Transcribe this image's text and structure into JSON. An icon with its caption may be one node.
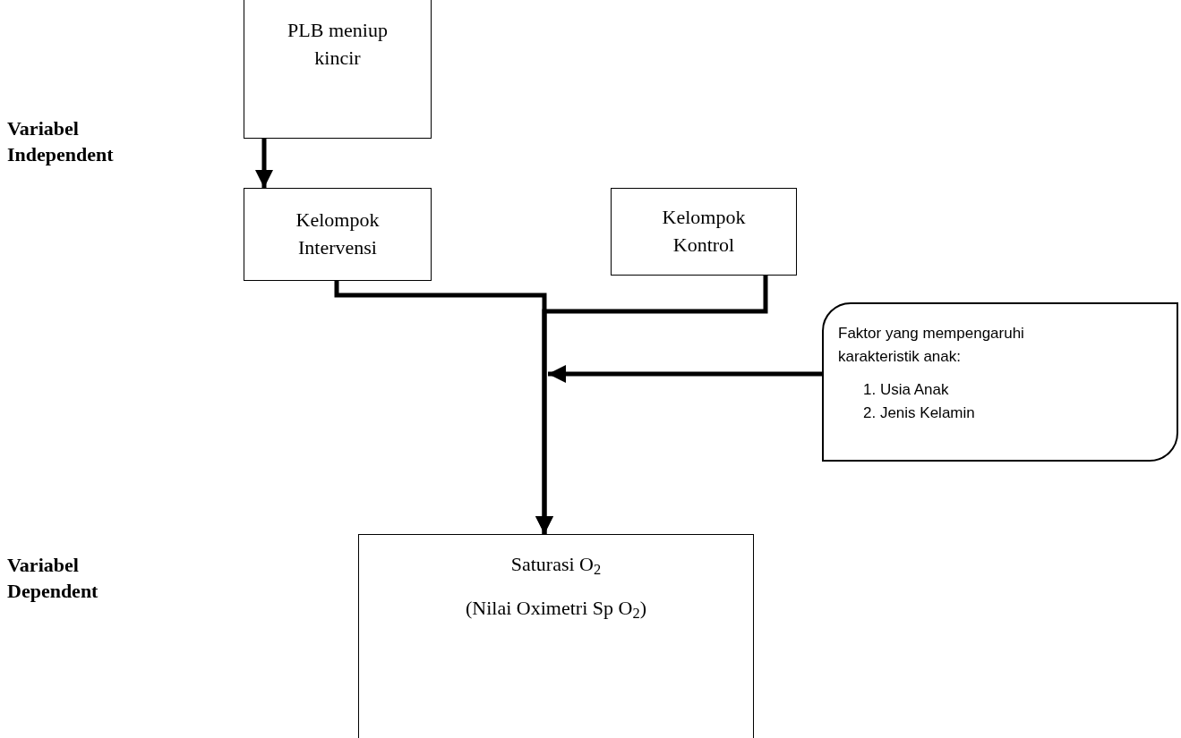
{
  "diagram": {
    "nodes": [
      {
        "text": [
          "PLB meniup kincir"
        ]
      },
      {
        "text": [
          "Kelompok Intervensi"
        ]
      },
      {
        "text": [
          "Kelompok Kontrol"
        ]
      },
      {
        "text": [
          "Faktor yang mempengaruhi karakteristik anak:",
          "1. Usia Anak",
          "2. Jenis Kelamin"
        ]
      },
      {
        "text": [
          "Saturasi O$_{2}$",
          "(Nilai Oximetri Sp O$_{2}$)"
        ]
      }
    ],
    "edges": [
      {
        "from": 0,
        "to": 1,
        "arrow": "to"
      },
      {
        "from": 1,
        "to": 4,
        "arrow": "to"
      },
      {
        "from": 2,
        "to": 4,
        "arrow": "to"
      },
      {
        "from": 3,
        "to": null,
        "arrow": "to"
      }
    ],
    "labels": [
      "Variabel Independent",
      "Variabel Dependent"
    ]
  }
}
